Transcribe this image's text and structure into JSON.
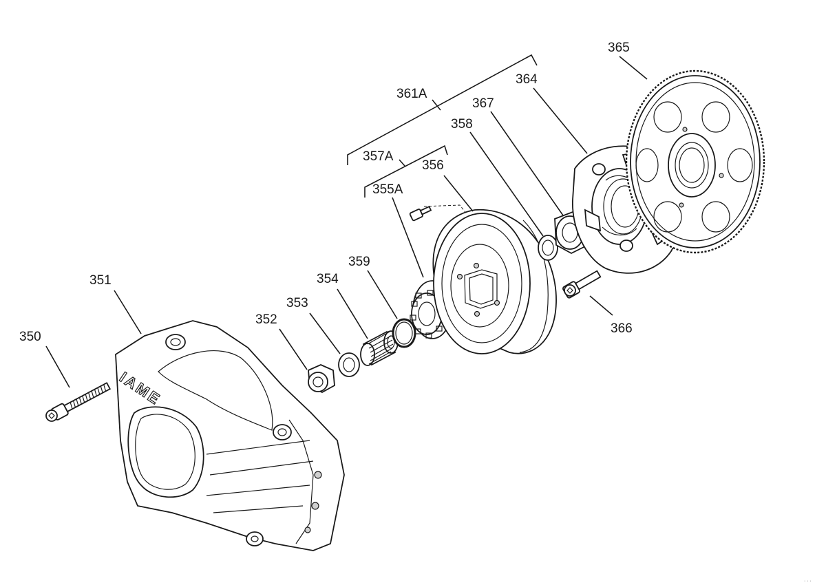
{
  "labels": {
    "p350": "350",
    "p351": "351",
    "p352": "352",
    "p353": "353",
    "p354": "354",
    "p355a": "355A",
    "p356": "356",
    "p357a": "357A",
    "p358": "358",
    "p359": "359",
    "p361a": "361A",
    "p364": "364",
    "p365": "365",
    "p366": "366",
    "p367": "367"
  },
  "housing_logo": "IAME",
  "corner_mark": "· · ·"
}
